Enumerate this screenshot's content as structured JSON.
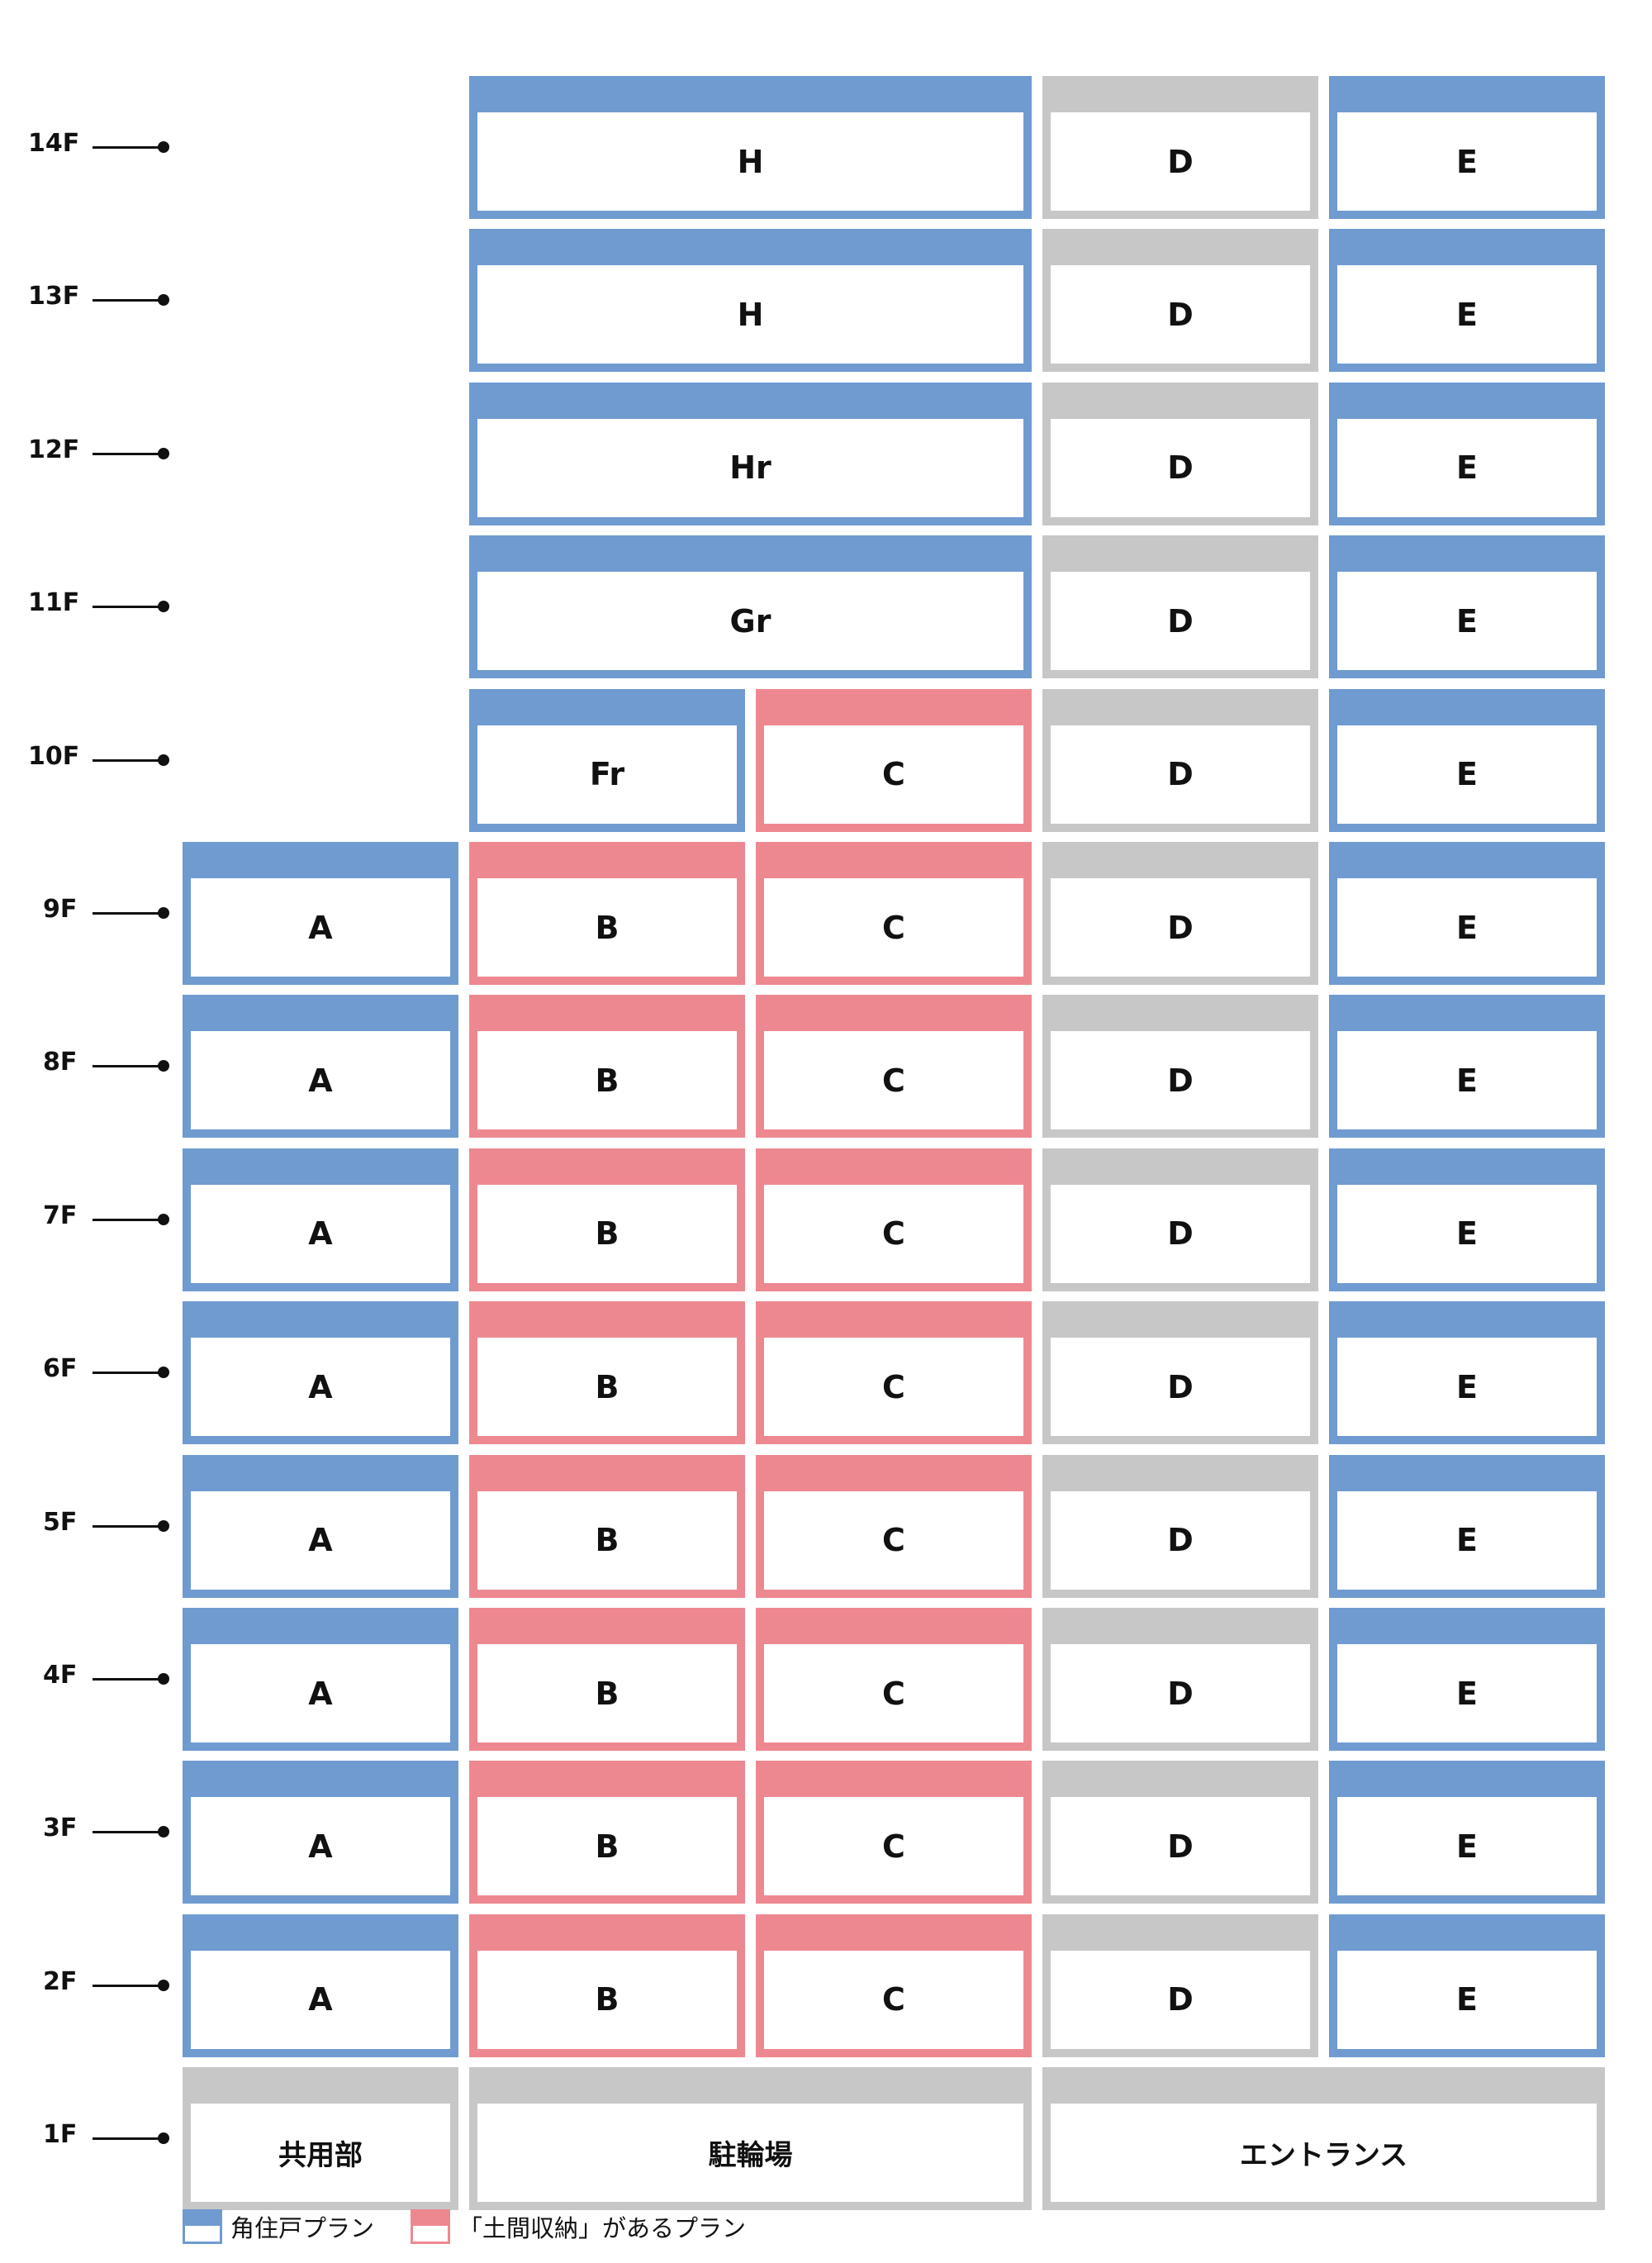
{
  "colors": {
    "blue": "#6f9bd0",
    "pink": "#ee8890",
    "gray": "#c7c7c7"
  },
  "floors": [
    {
      "label": "14F",
      "units": [
        {
          "col": 2,
          "span": 2,
          "label": "H",
          "color": "blue"
        },
        {
          "col": 4,
          "span": 1,
          "label": "D",
          "color": "gray"
        },
        {
          "col": 5,
          "span": 1,
          "label": "E",
          "color": "blue"
        }
      ]
    },
    {
      "label": "13F",
      "units": [
        {
          "col": 2,
          "span": 2,
          "label": "H",
          "color": "blue"
        },
        {
          "col": 4,
          "span": 1,
          "label": "D",
          "color": "gray"
        },
        {
          "col": 5,
          "span": 1,
          "label": "E",
          "color": "blue"
        }
      ]
    },
    {
      "label": "12F",
      "units": [
        {
          "col": 2,
          "span": 2,
          "label": "Hr",
          "color": "blue"
        },
        {
          "col": 4,
          "span": 1,
          "label": "D",
          "color": "gray"
        },
        {
          "col": 5,
          "span": 1,
          "label": "E",
          "color": "blue"
        }
      ]
    },
    {
      "label": "11F",
      "units": [
        {
          "col": 2,
          "span": 2,
          "label": "Gr",
          "color": "blue"
        },
        {
          "col": 4,
          "span": 1,
          "label": "D",
          "color": "gray"
        },
        {
          "col": 5,
          "span": 1,
          "label": "E",
          "color": "blue"
        }
      ]
    },
    {
      "label": "10F",
      "units": [
        {
          "col": 2,
          "span": 1,
          "label": "Fr",
          "color": "blue"
        },
        {
          "col": 3,
          "span": 1,
          "label": "C",
          "color": "pink"
        },
        {
          "col": 4,
          "span": 1,
          "label": "D",
          "color": "gray"
        },
        {
          "col": 5,
          "span": 1,
          "label": "E",
          "color": "blue"
        }
      ]
    },
    {
      "label": "9F",
      "units": [
        {
          "col": 1,
          "span": 1,
          "label": "A",
          "color": "blue"
        },
        {
          "col": 2,
          "span": 1,
          "label": "B",
          "color": "pink"
        },
        {
          "col": 3,
          "span": 1,
          "label": "C",
          "color": "pink"
        },
        {
          "col": 4,
          "span": 1,
          "label": "D",
          "color": "gray"
        },
        {
          "col": 5,
          "span": 1,
          "label": "E",
          "color": "blue"
        }
      ]
    },
    {
      "label": "8F",
      "units": [
        {
          "col": 1,
          "span": 1,
          "label": "A",
          "color": "blue"
        },
        {
          "col": 2,
          "span": 1,
          "label": "B",
          "color": "pink"
        },
        {
          "col": 3,
          "span": 1,
          "label": "C",
          "color": "pink"
        },
        {
          "col": 4,
          "span": 1,
          "label": "D",
          "color": "gray"
        },
        {
          "col": 5,
          "span": 1,
          "label": "E",
          "color": "blue"
        }
      ]
    },
    {
      "label": "7F",
      "units": [
        {
          "col": 1,
          "span": 1,
          "label": "A",
          "color": "blue"
        },
        {
          "col": 2,
          "span": 1,
          "label": "B",
          "color": "pink"
        },
        {
          "col": 3,
          "span": 1,
          "label": "C",
          "color": "pink"
        },
        {
          "col": 4,
          "span": 1,
          "label": "D",
          "color": "gray"
        },
        {
          "col": 5,
          "span": 1,
          "label": "E",
          "color": "blue"
        }
      ]
    },
    {
      "label": "6F",
      "units": [
        {
          "col": 1,
          "span": 1,
          "label": "A",
          "color": "blue"
        },
        {
          "col": 2,
          "span": 1,
          "label": "B",
          "color": "pink"
        },
        {
          "col": 3,
          "span": 1,
          "label": "C",
          "color": "pink"
        },
        {
          "col": 4,
          "span": 1,
          "label": "D",
          "color": "gray"
        },
        {
          "col": 5,
          "span": 1,
          "label": "E",
          "color": "blue"
        }
      ]
    },
    {
      "label": "5F",
      "units": [
        {
          "col": 1,
          "span": 1,
          "label": "A",
          "color": "blue"
        },
        {
          "col": 2,
          "span": 1,
          "label": "B",
          "color": "pink"
        },
        {
          "col": 3,
          "span": 1,
          "label": "C",
          "color": "pink"
        },
        {
          "col": 4,
          "span": 1,
          "label": "D",
          "color": "gray"
        },
        {
          "col": 5,
          "span": 1,
          "label": "E",
          "color": "blue"
        }
      ]
    },
    {
      "label": "4F",
      "units": [
        {
          "col": 1,
          "span": 1,
          "label": "A",
          "color": "blue"
        },
        {
          "col": 2,
          "span": 1,
          "label": "B",
          "color": "pink"
        },
        {
          "col": 3,
          "span": 1,
          "label": "C",
          "color": "pink"
        },
        {
          "col": 4,
          "span": 1,
          "label": "D",
          "color": "gray"
        },
        {
          "col": 5,
          "span": 1,
          "label": "E",
          "color": "blue"
        }
      ]
    },
    {
      "label": "3F",
      "units": [
        {
          "col": 1,
          "span": 1,
          "label": "A",
          "color": "blue"
        },
        {
          "col": 2,
          "span": 1,
          "label": "B",
          "color": "pink"
        },
        {
          "col": 3,
          "span": 1,
          "label": "C",
          "color": "pink"
        },
        {
          "col": 4,
          "span": 1,
          "label": "D",
          "color": "gray"
        },
        {
          "col": 5,
          "span": 1,
          "label": "E",
          "color": "blue"
        }
      ]
    },
    {
      "label": "2F",
      "units": [
        {
          "col": 1,
          "span": 1,
          "label": "A",
          "color": "blue"
        },
        {
          "col": 2,
          "span": 1,
          "label": "B",
          "color": "pink"
        },
        {
          "col": 3,
          "span": 1,
          "label": "C",
          "color": "pink"
        },
        {
          "col": 4,
          "span": 1,
          "label": "D",
          "color": "gray"
        },
        {
          "col": 5,
          "span": 1,
          "label": "E",
          "color": "blue"
        }
      ]
    },
    {
      "label": "1F",
      "units": [
        {
          "col": 1,
          "span": 1,
          "label": "共用部",
          "color": "gray"
        },
        {
          "col": 2,
          "span": 2,
          "label": "駐輪場",
          "color": "gray"
        },
        {
          "col": 4,
          "span": 2,
          "label": "エントランス",
          "color": "gray"
        }
      ]
    }
  ],
  "legend": [
    {
      "label": "角住戸プラン",
      "color": "blue"
    },
    {
      "label": "「土間収納」があるプラン",
      "color": "pink"
    }
  ]
}
